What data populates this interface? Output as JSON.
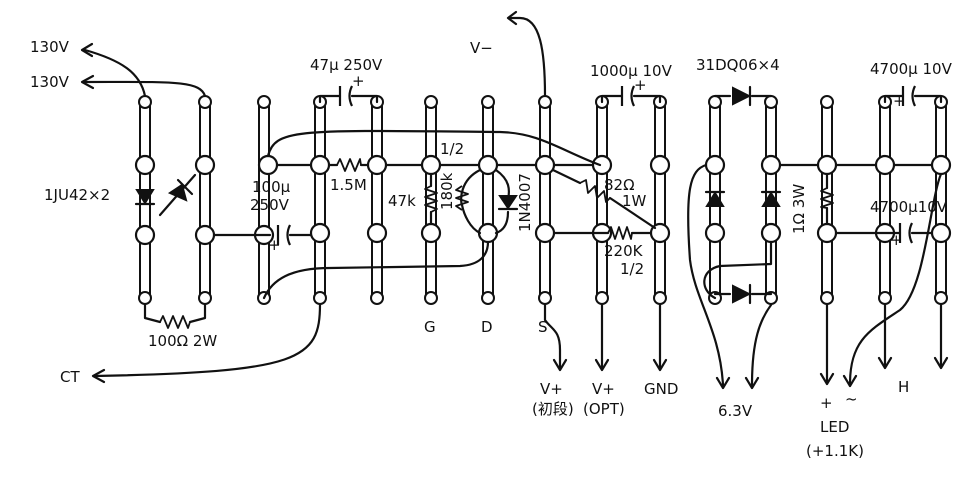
{
  "labels": {
    "out_130v_top": "130V",
    "out_130v_bottom": "130V",
    "diode_1ju42": "1JU42×2",
    "res_100_2w": "100Ω 2W",
    "ct": "CT",
    "cap_47u": "47μ 250V",
    "cap_47u_plus": "+",
    "cap_100u": "100μ",
    "cap_100u_volt": "250V",
    "cap_100u_plus": "+",
    "res_1m5": "1.5M",
    "res_47k": "47k",
    "res_180k": "180k",
    "half_1": "1/2",
    "diode_1n4007": "1N4007",
    "v_minus": "V−",
    "g_label": "G",
    "d_label": "D",
    "s_label": "S",
    "cap_1000u": "1000μ 10V",
    "cap_1000u_plus": "+",
    "res_82": "82Ω",
    "res_82_w": "1W",
    "res_220k": "220K",
    "half_2": "1/2",
    "v_plus_1": "V+",
    "v_plus_1_note": "(初段)",
    "v_plus_2": "V+",
    "v_plus_2_note": "(OPT)",
    "gnd": "GND",
    "bridge_31dq06": "31DQ06×4",
    "out_63v": "6.3V",
    "res_1ohm_3w": "1Ω 3W",
    "cap_4700u_top": "4700μ 10V",
    "cap_4700u_top_plus": "+",
    "cap_4700u_bot": "4700μ10V",
    "cap_4700u_bot_plus": "+",
    "led_plus": "+",
    "led_minus": "~",
    "led": "LED",
    "led_note": "(+1.1K)",
    "h_label": "H"
  }
}
